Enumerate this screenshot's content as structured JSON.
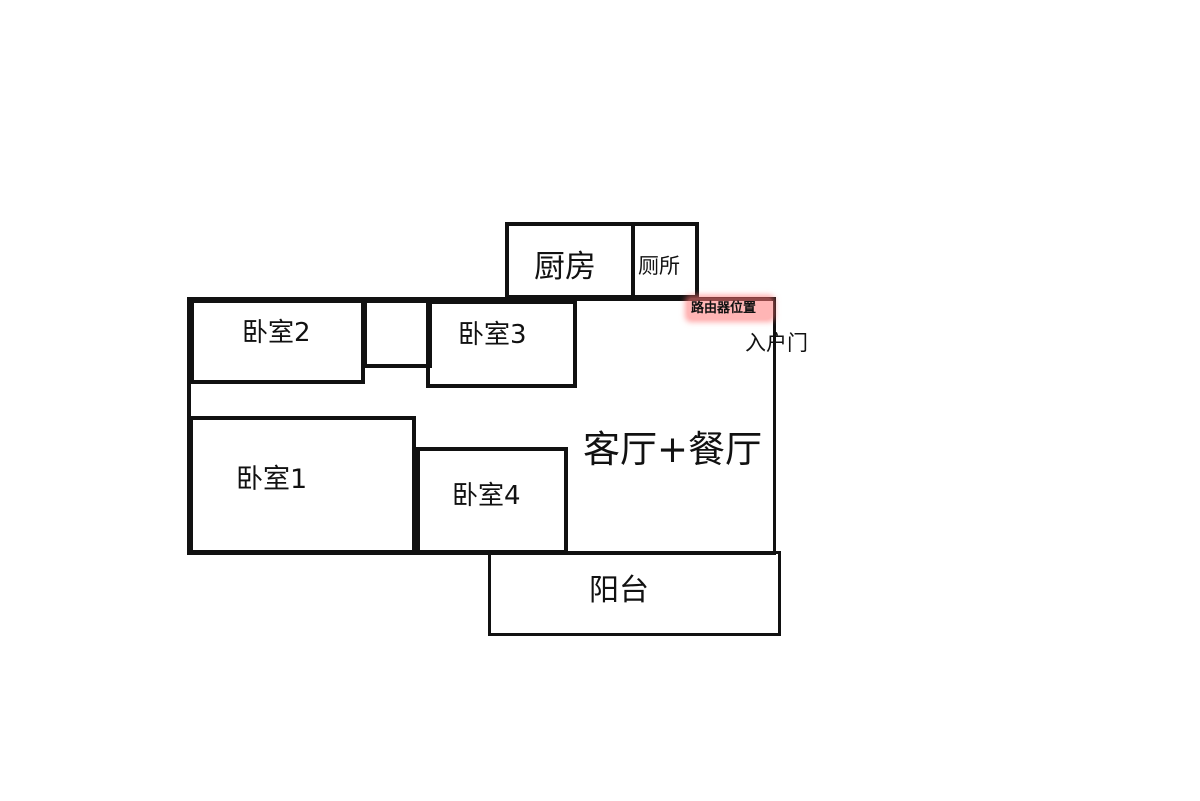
{
  "rooms": {
    "kitchen": "厨房",
    "toilet": "厕所",
    "bedroom1": "卧室1",
    "bedroom2": "卧室2",
    "bedroom3": "卧室3",
    "bedroom4": "卧室4",
    "living_dining": "客厅+餐厅",
    "balcony": "阳台"
  },
  "markers": {
    "router": "路由器位置",
    "entrance": "入户门"
  },
  "colors": {
    "wall": "#111111",
    "router_highlight": "#ff7a7a"
  }
}
